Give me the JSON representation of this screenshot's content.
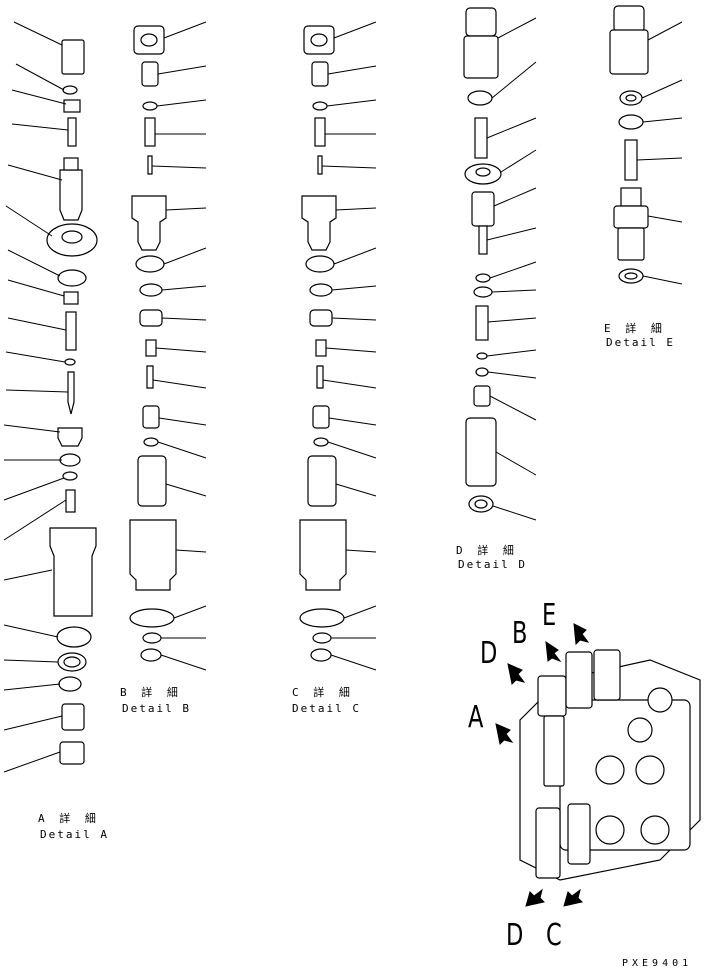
{
  "details": {
    "a": {
      "jp": "A 詳 細",
      "en": "Detail A"
    },
    "b": {
      "jp": "B 詳 細",
      "en": "Detail B"
    },
    "c": {
      "jp": "C 詳 細",
      "en": "Detail C"
    },
    "d": {
      "jp": "D 詳 細",
      "en": "Detail D"
    },
    "e": {
      "jp": "E 詳 細",
      "en": "Detail E"
    }
  },
  "view_labels": {
    "a": "A",
    "b": "B",
    "c": "C",
    "d_top": "D",
    "d_bottom": "D",
    "e": "E"
  },
  "drawing_code": "PXE9401",
  "colors": {
    "line": "#000000",
    "paper": "#ffffff"
  }
}
